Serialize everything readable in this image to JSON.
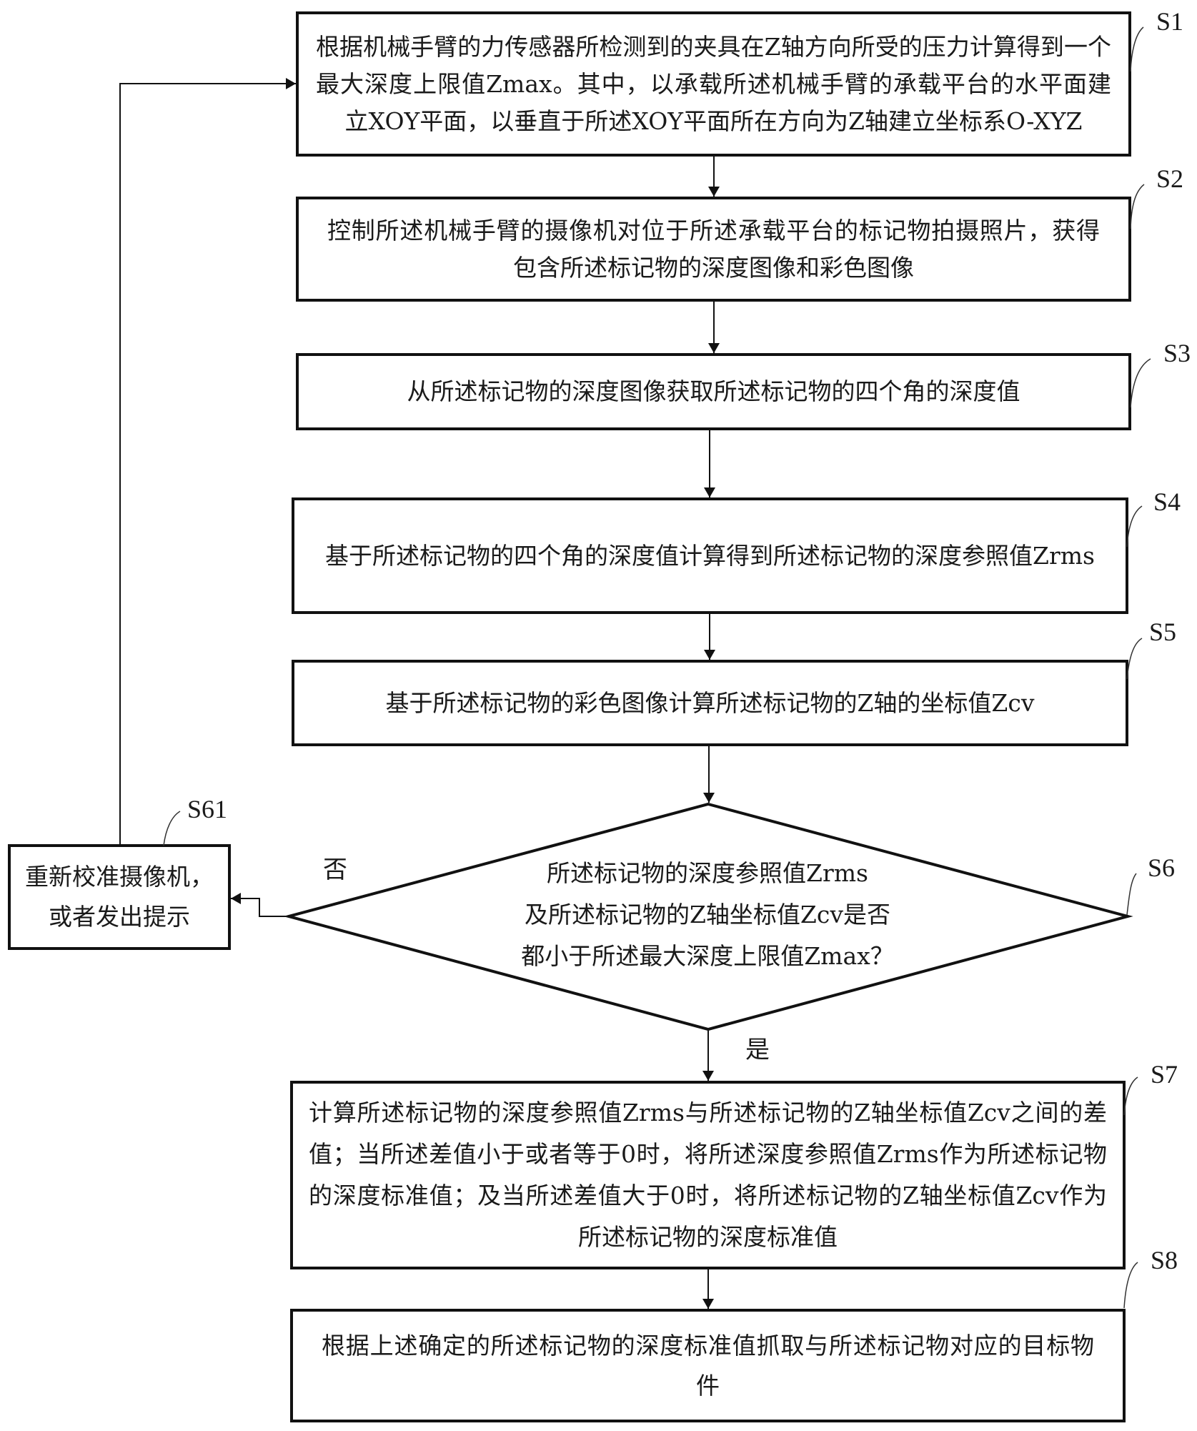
{
  "diagram": {
    "type": "flowchart",
    "steps": [
      {
        "id": "S1",
        "label": "S1",
        "text": "根据机械手臂的力传感器所检测到的夹具在Z轴方向所受的压力计算得到一个最大深度上限值Zmax。其中，以承载所述机械手臂的承载平台的水平面建立XOY平面，以垂直于所述XOY平面所在方向为Z轴建立坐标系O-XYZ"
      },
      {
        "id": "S2",
        "label": "S2",
        "text": "控制所述机械手臂的摄像机对位于所述承载平台的标记物拍摄照片，获得包含所述标记物的深度图像和彩色图像"
      },
      {
        "id": "S3",
        "label": "S3",
        "text": "从所述标记物的深度图像获取所述标记物的四个角的深度值"
      },
      {
        "id": "S4",
        "label": "S4",
        "text": "基于所述标记物的四个角的深度值计算得到所述标记物的深度参照值Zrms"
      },
      {
        "id": "S5",
        "label": "S5",
        "text": "基于所述标记物的彩色图像计算所述标记物的Z轴的坐标值Zcv"
      },
      {
        "id": "S6",
        "label": "S6",
        "type": "decision",
        "text_lines": [
          "所述标记物的深度参照值Zrms",
          "及所述标记物的Z轴坐标值Zcv是否",
          "都小于所述最大深度上限值Zmax？"
        ]
      },
      {
        "id": "S61",
        "label": "S61",
        "text_lines": [
          "重新校准摄像机，",
          "或者发出提示"
        ]
      },
      {
        "id": "S7",
        "label": "S7",
        "text": "计算所述标记物的深度参照值Zrms与所述标记物的Z轴坐标值Zcv之间的差值；当所述差值小于或者等于0时，将所述深度参照值Zrms作为所述标记物的深度标准值；及当所述差值大于0时，将所述标记物的Z轴坐标值Zcv作为所述标记物的深度标准值"
      },
      {
        "id": "S8",
        "label": "S8",
        "text": "根据上述确定的所述标记物的深度标准值抓取与所述标记物对应的目标物件"
      }
    ],
    "branches": {
      "no": "否",
      "yes": "是"
    },
    "edges": [
      {
        "from": "S1",
        "to": "S2"
      },
      {
        "from": "S2",
        "to": "S3"
      },
      {
        "from": "S3",
        "to": "S4"
      },
      {
        "from": "S4",
        "to": "S5"
      },
      {
        "from": "S5",
        "to": "S6"
      },
      {
        "from": "S6",
        "to": "S7",
        "condition": "是"
      },
      {
        "from": "S6",
        "to": "S61",
        "condition": "否"
      },
      {
        "from": "S61",
        "to": "S1"
      },
      {
        "from": "S7",
        "to": "S8"
      }
    ],
    "colors": {
      "stroke": "#111111",
      "text": "#1a1a1a",
      "background": "#ffffff"
    }
  }
}
